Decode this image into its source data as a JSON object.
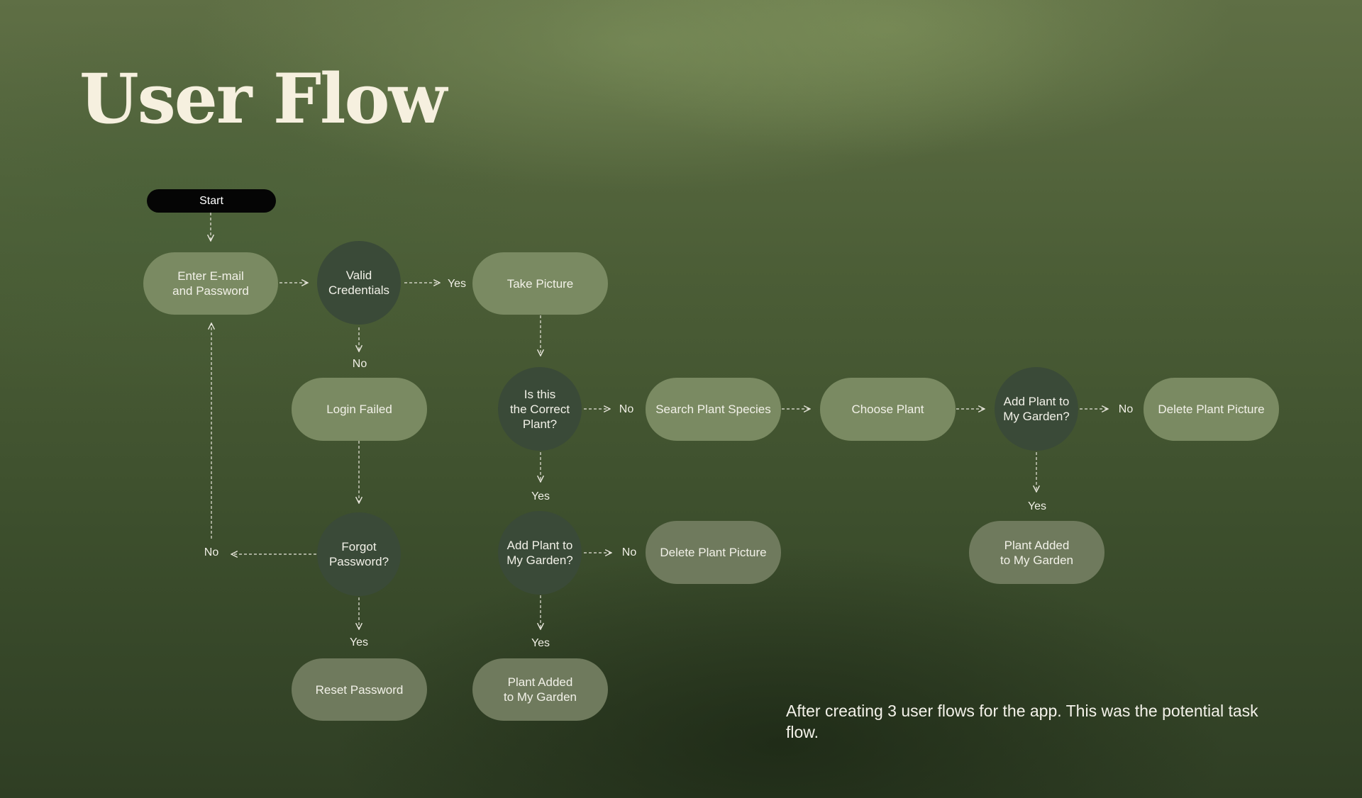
{
  "header": {
    "title": "User Flow"
  },
  "nodes": {
    "start": "Start",
    "enter_credentials": "Enter E-mail\nand Password",
    "valid_credentials": "Valid\nCredentials",
    "take_picture": "Take Picture",
    "login_failed": "Login Failed",
    "correct_plant": "Is this\nthe Correct\nPlant?",
    "search_species": "Search Plant Species",
    "choose_plant": "Choose Plant",
    "add_plant_right": "Add Plant to\nMy Garden?",
    "delete_picture_right": "Delete Plant Picture",
    "forgot_password": "Forgot\nPassword?",
    "add_plant_mid": "Add Plant to\nMy Garden?",
    "delete_picture_mid": "Delete Plant Picture",
    "plant_added_right": "Plant Added\nto My Garden",
    "reset_password": "Reset Password",
    "plant_added_mid": "Plant Added\nto My Garden"
  },
  "edge_labels": {
    "valid_yes": "Yes",
    "valid_no": "No",
    "correct_no": "No",
    "correct_yes": "Yes",
    "add_right_no": "No",
    "add_right_yes": "Yes",
    "forgot_no": "No",
    "add_mid_no": "No",
    "forgot_yes": "Yes",
    "add_mid_yes": "Yes"
  },
  "caption": "After creating 3 user flows for the app. This was the potential task flow.",
  "colors": {
    "process_node": "#7a8a62",
    "decision_node": "#3a4a38",
    "start_node": "#050505",
    "title_text": "#f6f0df"
  }
}
